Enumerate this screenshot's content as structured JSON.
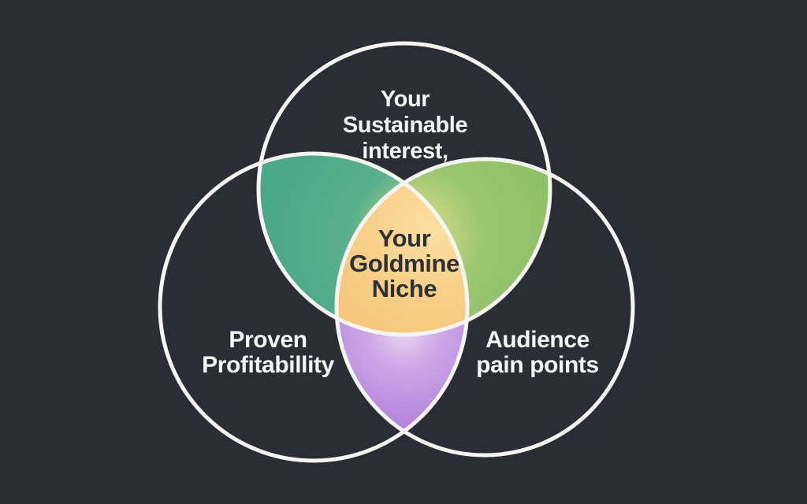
{
  "diagram": {
    "type": "venn-3-circle",
    "colors": {
      "background": "#2a2d33",
      "outline": "#f7f5f2",
      "teal_overlap": "#4da88a",
      "teal_overlap_glow": "#e9eca0",
      "green_overlap": "#8abf66",
      "green_overlap_glow": "#e9e79e",
      "purple_overlap": "#aa7ad6",
      "purple_overlap_glow": "#ead4f0",
      "center_fill": "#f4c377",
      "center_glow": "#fbdfa2",
      "outer_label_text": "#f5f6f6",
      "center_label_text": "#2d3136"
    },
    "labels": {
      "top_circle": {
        "lines": [
          "Your",
          "Sustainable",
          "interest,"
        ]
      },
      "bottom_left_circle": {
        "lines": [
          "Proven",
          "Profitabillity"
        ]
      },
      "bottom_right_circle": {
        "lines": [
          "Audience",
          "pain points"
        ]
      },
      "center": {
        "lines": [
          "Your",
          "Goldmine",
          "Niche"
        ]
      }
    }
  }
}
